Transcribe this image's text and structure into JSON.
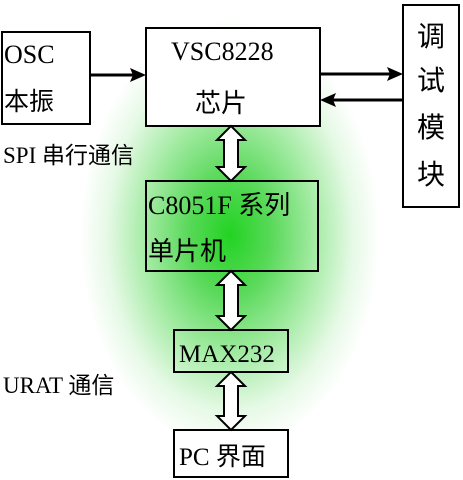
{
  "blocks": {
    "osc": {
      "line1": "OSC",
      "line2": "本振"
    },
    "vsc": {
      "line1": "VSC8228",
      "line2": "芯片"
    },
    "mcu": {
      "line1": "C8051F  系列",
      "line2": "单片机"
    },
    "max": {
      "label": "MAX232"
    },
    "pc": {
      "label": "PC 界面"
    },
    "debug": {
      "chars": [
        "调",
        "试",
        "模",
        "块"
      ]
    }
  },
  "links": {
    "spi": "SPI 串行通信",
    "uart": "URAT 通信"
  },
  "colors": {
    "glow": "#22d322",
    "line": "#000000"
  }
}
